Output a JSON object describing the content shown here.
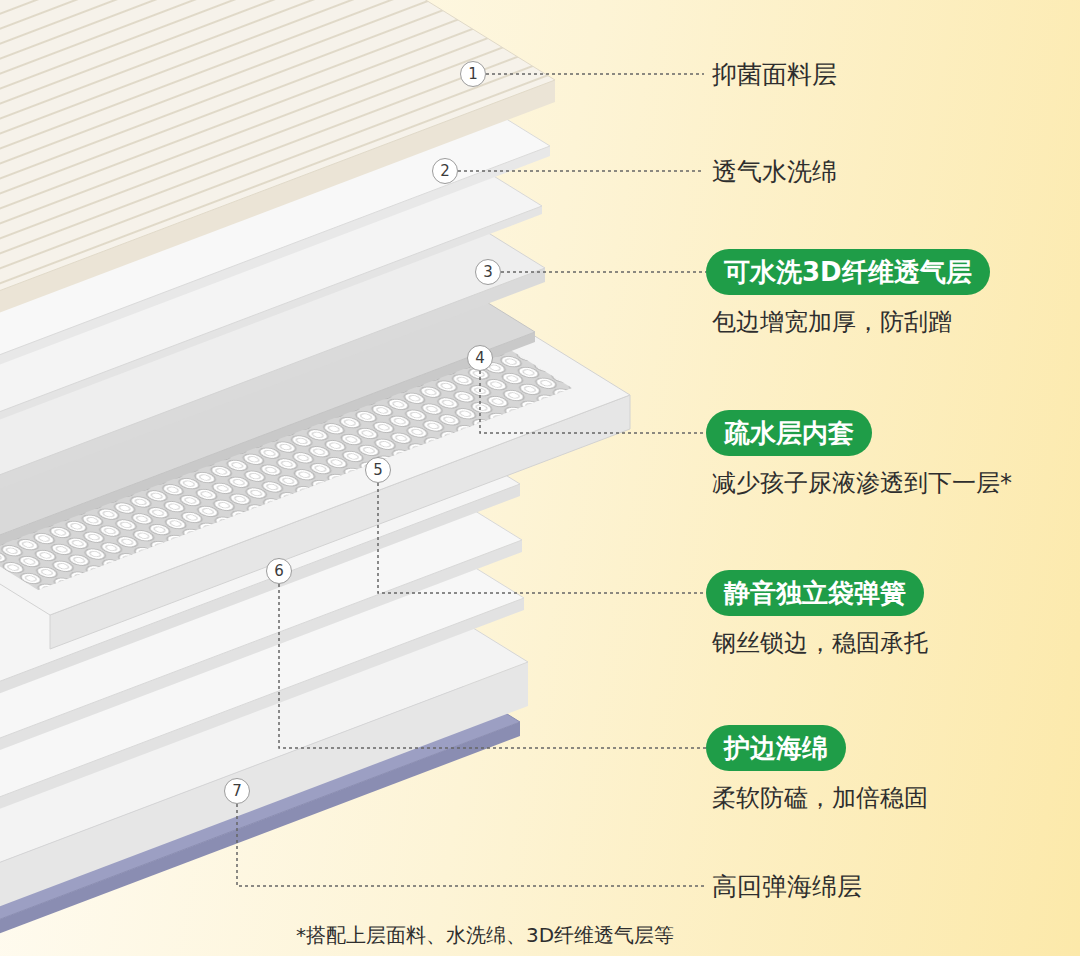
{
  "diagram": {
    "nodes": [
      {
        "text": [
          "1"
        ]
      },
      {
        "text": [
          "2"
        ]
      },
      {
        "text": [
          "3"
        ]
      },
      {
        "text": [
          "可水洗3D纤维透气层",
          "包边增宽加厚，防刮蹭"
        ]
      },
      {
        "text": [
          "4"
        ]
      },
      {
        "text": [
          "疏水层内套",
          "减少孩子尿液渗透到下一层*"
        ]
      },
      {
        "text": [
          "5"
        ]
      },
      {
        "text": [
          "静音独立袋弹簧",
          "钢丝锁边，稳固承托"
        ]
      },
      {
        "text": [
          "6"
        ]
      },
      {
        "text": [
          "护边海绵",
          "柔软防磕，加倍稳固"
        ]
      },
      {
        "text": [
          "7"
        ]
      }
    ],
    "edges": [
      {
        "from": 2,
        "to": 3,
        "arrow": "none"
      },
      {
        "from": 4,
        "to": 5,
        "arrow": "none"
      },
      {
        "from": 6,
        "to": 7,
        "arrow": "none"
      },
      {
        "from": 8,
        "to": 9,
        "arrow": "none"
      }
    ],
    "labels": [
      "抑菌面料层",
      "透气水洗绵",
      "高回弹海绵层",
      "*搭配上层面料、水洗绵、3D纤维透气层等"
    ]
  }
}
